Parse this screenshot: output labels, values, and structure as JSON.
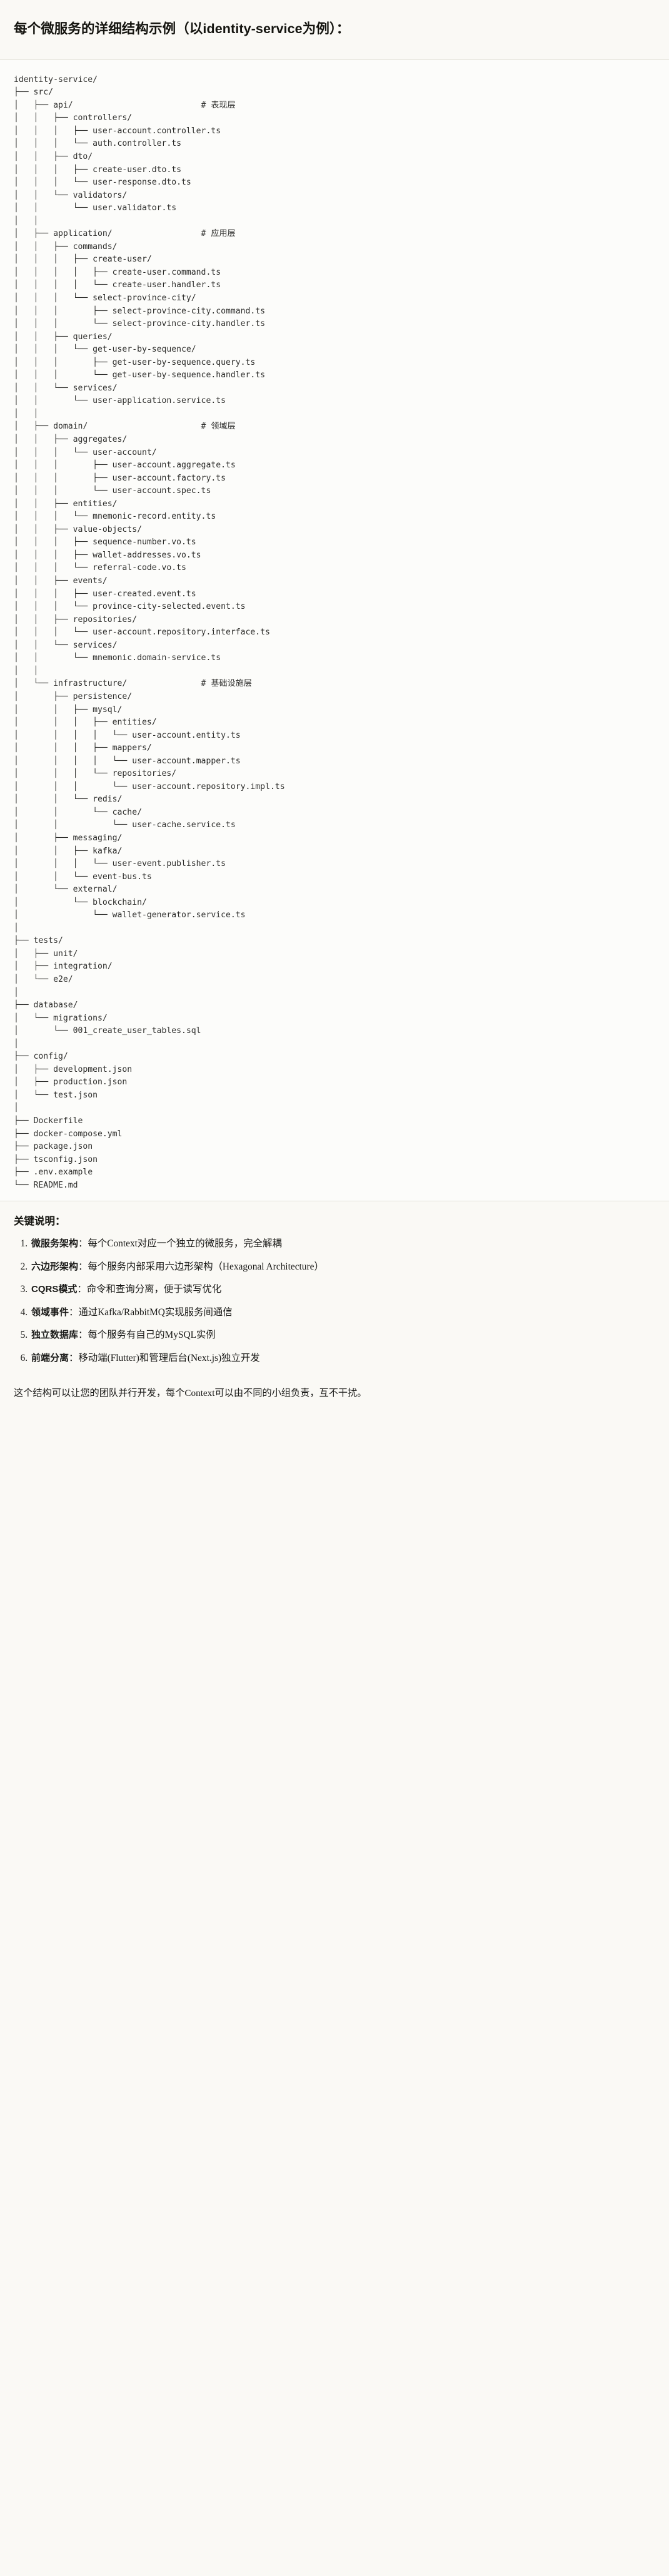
{
  "heading": "每个微服务的详细结构示例（以identity-service为例）：",
  "tree": {
    "root_label": "identity-service/",
    "annotations": [
      "# 表现层",
      "# 应用层",
      "# 领域层",
      "# 基础设施层"
    ],
    "text": "identity-service/\n├── src/\n│   ├── api/                          # 表现层\n│   │   ├── controllers/\n│   │   │   ├── user-account.controller.ts\n│   │   │   └── auth.controller.ts\n│   │   ├── dto/\n│   │   │   ├── create-user.dto.ts\n│   │   │   └── user-response.dto.ts\n│   │   └── validators/\n│   │       └── user.validator.ts\n│   │\n│   ├── application/                  # 应用层\n│   │   ├── commands/\n│   │   │   ├── create-user/\n│   │   │   │   ├── create-user.command.ts\n│   │   │   │   └── create-user.handler.ts\n│   │   │   └── select-province-city/\n│   │   │       ├── select-province-city.command.ts\n│   │   │       └── select-province-city.handler.ts\n│   │   ├── queries/\n│   │   │   └── get-user-by-sequence/\n│   │   │       ├── get-user-by-sequence.query.ts\n│   │   │       └── get-user-by-sequence.handler.ts\n│   │   └── services/\n│   │       └── user-application.service.ts\n│   │\n│   ├── domain/                       # 领域层\n│   │   ├── aggregates/\n│   │   │   └── user-account/\n│   │   │       ├── user-account.aggregate.ts\n│   │   │       ├── user-account.factory.ts\n│   │   │       └── user-account.spec.ts\n│   │   ├── entities/\n│   │   │   └── mnemonic-record.entity.ts\n│   │   ├── value-objects/\n│   │   │   ├── sequence-number.vo.ts\n│   │   │   ├── wallet-addresses.vo.ts\n│   │   │   └── referral-code.vo.ts\n│   │   ├── events/\n│   │   │   ├── user-created.event.ts\n│   │   │   └── province-city-selected.event.ts\n│   │   ├── repositories/\n│   │   │   └── user-account.repository.interface.ts\n│   │   └── services/\n│   │       └── mnemonic.domain-service.ts\n│   │\n│   └── infrastructure/               # 基础设施层\n│       ├── persistence/\n│       │   ├── mysql/\n│       │   │   ├── entities/\n│       │   │   │   └── user-account.entity.ts\n│       │   │   ├── mappers/\n│       │   │   │   └── user-account.mapper.ts\n│       │   │   └── repositories/\n│       │   │       └── user-account.repository.impl.ts\n│       │   └── redis/\n│       │       └── cache/\n│       │           └── user-cache.service.ts\n│       ├── messaging/\n│       │   ├── kafka/\n│       │   │   └── user-event.publisher.ts\n│       │   └── event-bus.ts\n│       └── external/\n│           └── blockchain/\n│               └── wallet-generator.service.ts\n│\n├── tests/\n│   ├── unit/\n│   ├── integration/\n│   └── e2e/\n│\n├── database/\n│   └── migrations/\n│       └── 001_create_user_tables.sql\n│\n├── config/\n│   ├── development.json\n│   ├── production.json\n│   └── test.json\n│\n├── Dockerfile\n├── docker-compose.yml\n├── package.json\n├── tsconfig.json\n├── .env.example\n└── README.md"
  },
  "keys": {
    "title": "关键说明：",
    "items": [
      {
        "term": "微服务架构",
        "desc": "：每个Context对应一个独立的微服务，完全解耦"
      },
      {
        "term": "六边形架构",
        "desc": "：每个服务内部采用六边形架构（Hexagonal Architecture）"
      },
      {
        "term": "CQRS模式",
        "desc": "：命令和查询分离，便于读写优化"
      },
      {
        "term": "领域事件",
        "desc": "：通过Kafka/RabbitMQ实现服务间通信"
      },
      {
        "term": "独立数据库",
        "desc": "：每个服务有自己的MySQL实例"
      },
      {
        "term": "前端分离",
        "desc": "：移动端(Flutter)和管理后台(Next.js)独立开发"
      }
    ]
  },
  "closing": "这个结构可以让您的团队并行开发，每个Context可以由不同的小组负责，互不干扰。"
}
